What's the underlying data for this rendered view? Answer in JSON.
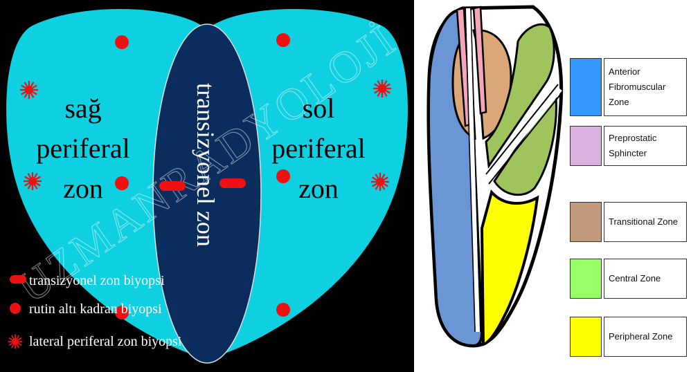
{
  "left_diagram": {
    "watermark": "UZMANRADYOLOJİ",
    "right_zone_label": [
      "sağ",
      "periferal",
      "zon"
    ],
    "left_zone_label": [
      "sol",
      "periferal",
      "zon"
    ],
    "central_zone_label": "transizyonel zon",
    "biopsy_legend": [
      {
        "marker": "dash",
        "text": "transizyonel zon biyopsi"
      },
      {
        "marker": "dot",
        "text": "rutin altı kadran biyopsi"
      },
      {
        "marker": "star",
        "text": "lateral periferal zon biyopsi"
      }
    ],
    "colors": {
      "background": "#000000",
      "peripheral": "#0fd0e0",
      "transitional": "#0a2d5e",
      "marker": "#ee1111",
      "text": "#000000",
      "legend_text": "#ffffff"
    }
  },
  "right_diagram": {
    "legend": [
      {
        "label": "Anterior Fibromuscular Zone",
        "color": "#3399ff"
      },
      {
        "label": "Preprostatic Sphincter",
        "color": "#dbb2dd"
      },
      {
        "label": "Transitional Zone",
        "color": "#c29a7b"
      },
      {
        "label": "Central Zone",
        "color": "#99ff66"
      },
      {
        "label": "Peripheral Zone",
        "color": "#ffff00"
      }
    ],
    "colors": {
      "afmz": "#6b96d6",
      "sphincter": "#f4a6b8",
      "transitional": "#dba678",
      "central": "#9fc45e",
      "peripheral": "#ffff00",
      "outline": "#000000"
    }
  }
}
